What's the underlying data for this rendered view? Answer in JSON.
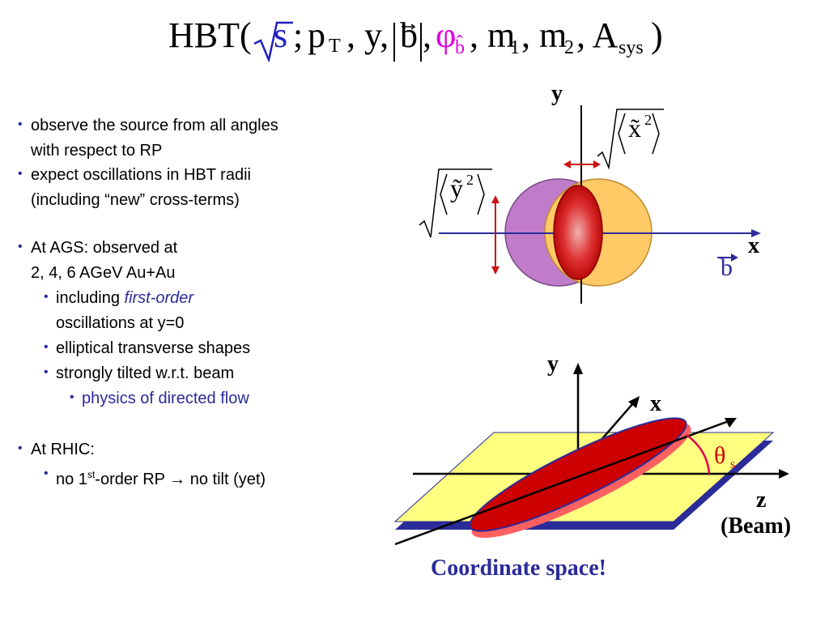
{
  "title": {
    "hbt": "HBT(",
    "sqrt_s": "s",
    "semi": ";",
    "p": "p",
    "p_sub": "T",
    "y": ", y,",
    "b": "b",
    "comma": ",",
    "phi": "φ",
    "phi_sub": "b̂",
    "m1": ", m",
    "m1_sub": "1",
    "m2": ", m",
    "m2_sub": "2",
    "a": ", A",
    "a_sub": "sys",
    "close": ")"
  },
  "bullets": {
    "b1_l1": "observe the source from all angles",
    "b1_l2": "with respect to RP",
    "b2_l1": "expect oscillations in HBT radii",
    "b2_l2": "(including “new” cross-terms)",
    "b3_l1": "At AGS: observed at",
    "b3_l2": "2, 4, 6 AGeV Au+Au",
    "b3a_pre": "including ",
    "b3a_em": "first-order",
    "b3a_l2": "oscillations at y=0",
    "b3b": "elliptical transverse shapes",
    "b3c": "strongly tilted w.r.t. beam",
    "b3c1": "physics of directed flow",
    "b4": "At RHIC:",
    "b4a_pre": "no 1",
    "b4a_sup": "st",
    "b4a_post": "-order RP ",
    "b4a_arrow": "→",
    "b4a_end": " no tilt (yet)",
    "bullet_char": "•"
  },
  "top_diagram": {
    "y_axis": "y",
    "x_axis": "x",
    "b_vec": "b",
    "x_tilde": "x̃",
    "y_tilde": "ỹ",
    "squared": "2"
  },
  "bottom_diagram": {
    "y_axis": "y",
    "x_axis": "x",
    "z_axis": "z",
    "beam": "(Beam)",
    "theta": "θ",
    "theta_sub": "s",
    "caption": "Coordinate space!"
  },
  "colors": {
    "bullet_blue": "#2b2b9a",
    "axis_blue": "#2b2b9a",
    "purple": "#c07cc8",
    "orange": "#ffc966",
    "red": "#cc0000",
    "arrow_red": "#cc1111",
    "plane_yellow": "#ffff80",
    "magenta": "#e000e0"
  }
}
